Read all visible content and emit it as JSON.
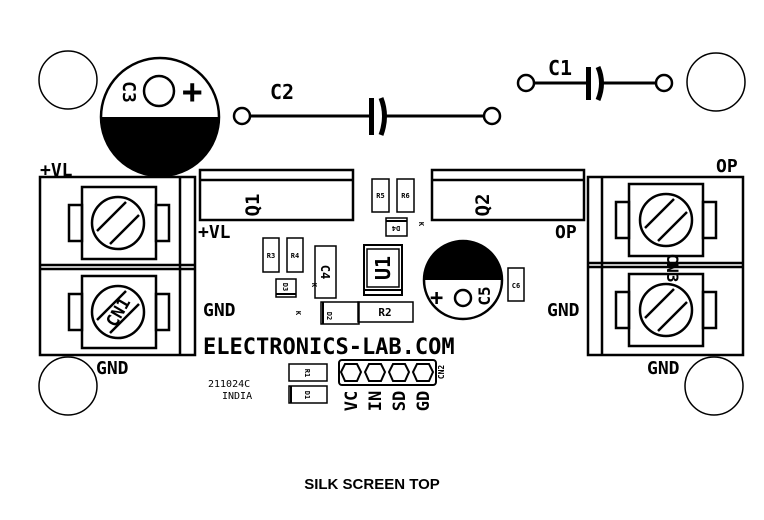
{
  "board": {
    "brand": "ELECTRONICS-LAB.COM",
    "code": "211024C",
    "country": "INDIA",
    "caption": "SILK SCREEN TOP"
  },
  "refs": {
    "c1": "C1",
    "c2": "C2",
    "c3": "C3",
    "c4": "C4",
    "c5": "C5",
    "c6": "C6",
    "q1": "Q1",
    "q2": "Q2",
    "u1": "U1",
    "r1": "R1",
    "r2": "R2",
    "r3": "R3",
    "r4": "R4",
    "r5": "R5",
    "r6": "R6",
    "d1": "D1",
    "d2": "D2",
    "d3": "D3",
    "d4": "D4",
    "cn1": "CN1",
    "cn3": "CN3",
    "cn2": "CN2"
  },
  "nets": {
    "vl_top": "+VL",
    "vl_side": "+VL",
    "gnd_left_side": "GND",
    "gnd_left_bottom": "GND",
    "op_top": "OP",
    "op_side": "OP",
    "gnd_right_side": "GND",
    "gnd_right_bottom": "GND"
  },
  "symbols": {
    "plus": "+",
    "k": "K"
  },
  "header_pins": [
    "VC",
    "IN",
    "SD",
    "GD"
  ]
}
